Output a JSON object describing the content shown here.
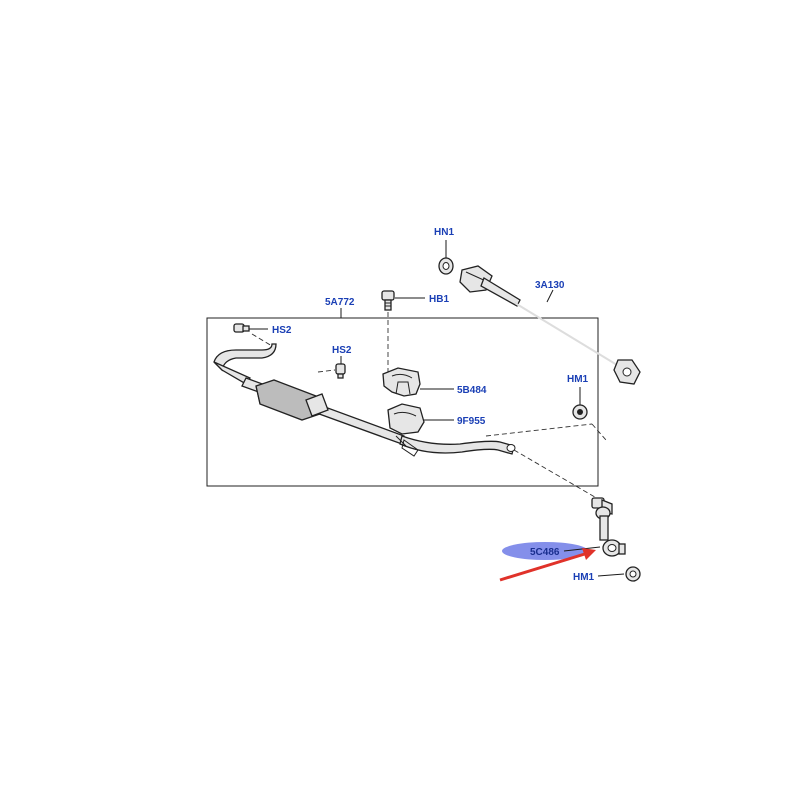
{
  "callouts": {
    "hn1": "HN1",
    "part_3a130": "3A130",
    "part_5a772": "5A772",
    "hb1": "HB1",
    "hs2_left": "HS2",
    "hs2_mid": "HS2",
    "part_5b484": "5B484",
    "hm1_top": "HM1",
    "part_9f955": "9F955",
    "part_5c486": "5C486",
    "hm1_bottom": "HM1"
  },
  "colors": {
    "callout_text": "#1a3fb5",
    "highlight_ellipse": "#6f7be6",
    "arrow": "#e0322a"
  }
}
